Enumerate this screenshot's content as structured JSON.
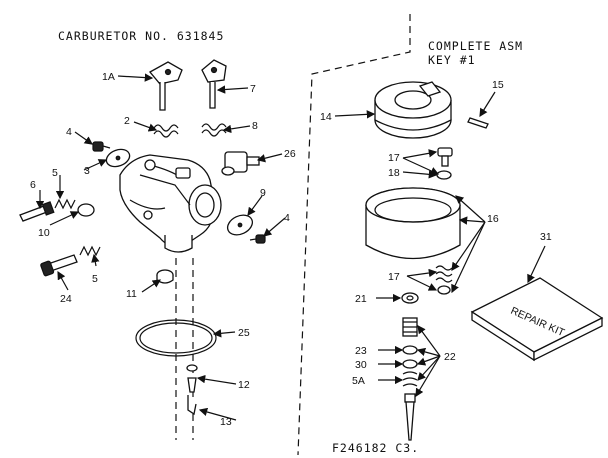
{
  "header": {
    "title": "CARBURETOR NO. 631845",
    "complete_asm_line1": "COMPLETE ASM",
    "complete_asm_line2": "KEY #1"
  },
  "footer": {
    "figure_code": "F246182 C3."
  },
  "kit_label": "REPAIR KIT",
  "callouts": {
    "k1A": "1A",
    "k2": "2",
    "k3": "3",
    "k4a": "4",
    "k4b": "4",
    "k5a": "5",
    "k5b": "5",
    "k5A": "5A",
    "k6": "6",
    "k7": "7",
    "k8": "8",
    "k9": "9",
    "k10": "10",
    "k11": "11",
    "k12": "12",
    "k13": "13",
    "k14": "14",
    "k15": "15",
    "k16": "16",
    "k17a": "17",
    "k17b": "17",
    "k18": "18",
    "k21": "21",
    "k22": "22",
    "k23": "23",
    "k24": "24",
    "k25": "25",
    "k26": "26",
    "k30": "30",
    "k31": "31"
  }
}
